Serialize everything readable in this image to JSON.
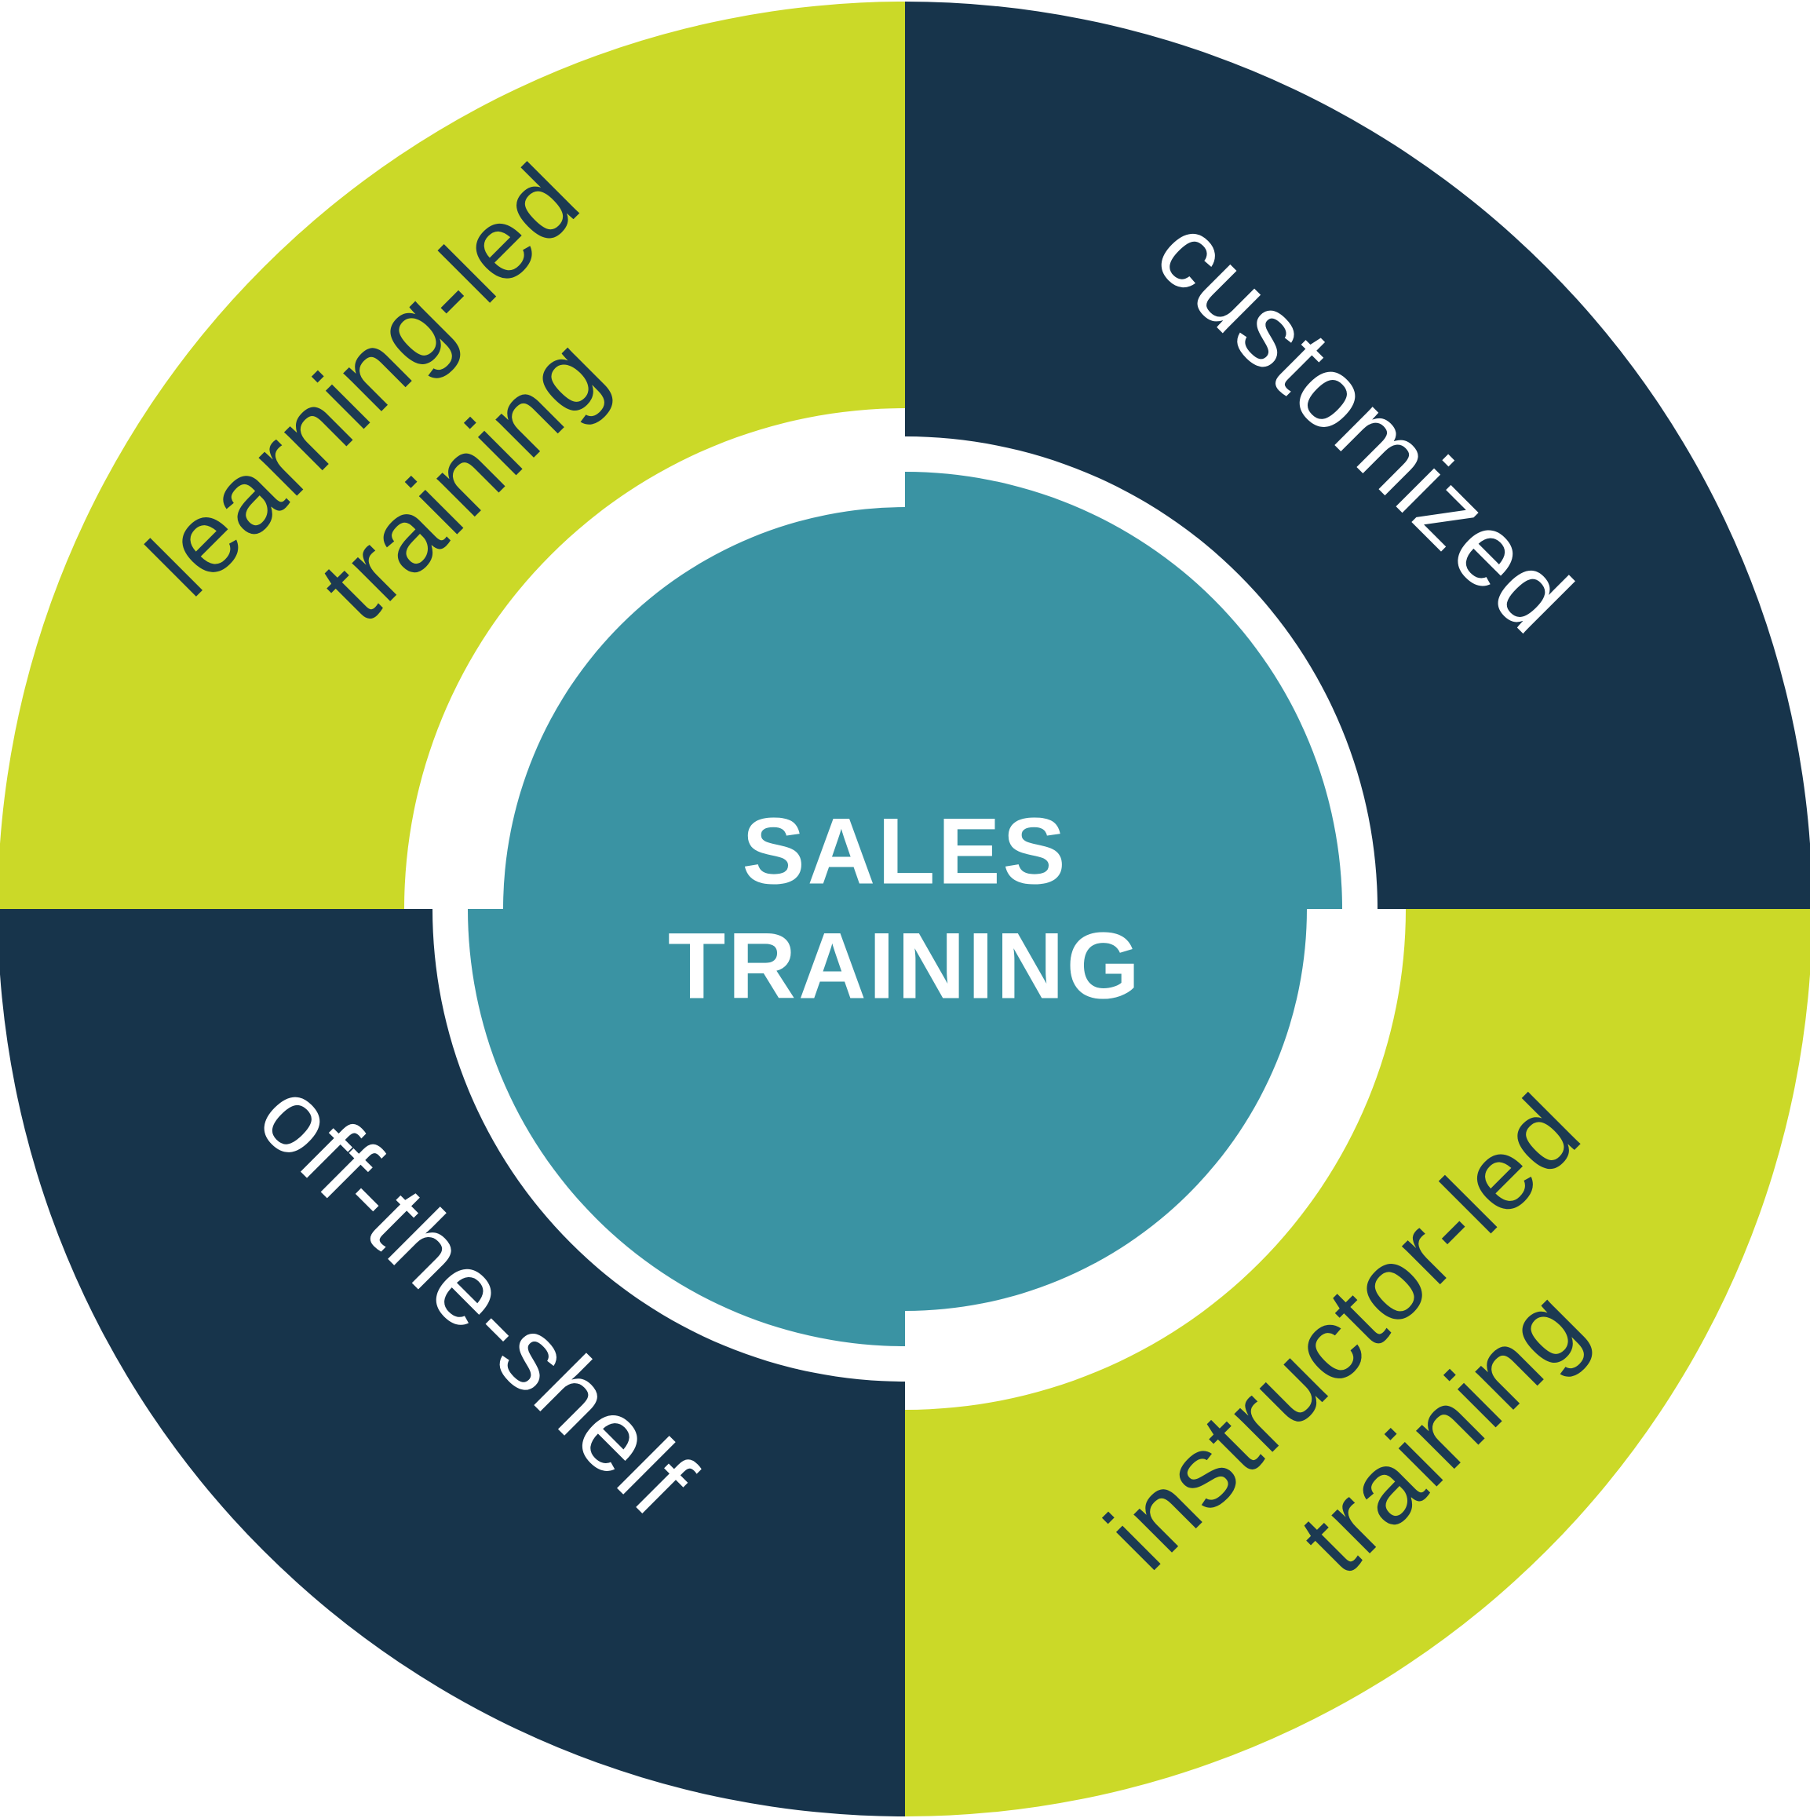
{
  "center_label": {
    "line1": "SALES",
    "line2": "TRAINING"
  },
  "quadrants": [
    {
      "id": "top-left",
      "theme": "lime",
      "label": {
        "line1": "learning-led",
        "line2": "training"
      }
    },
    {
      "id": "top-right",
      "theme": "navy",
      "label": {
        "line1": "customized",
        "line2": ""
      }
    },
    {
      "id": "bottom-left",
      "theme": "navy",
      "label": {
        "line1": "off-the-shelf",
        "line2": ""
      }
    },
    {
      "id": "bottom-right",
      "theme": "lime",
      "label": {
        "line1": "instructor-led",
        "line2": "training"
      }
    }
  ],
  "colors": {
    "lime": "#cbd928",
    "navy": "#17344b",
    "teal": "#3a93a3",
    "background": "#ffffff",
    "label_on_lime": "#1c3a52",
    "label_on_navy": "#ffffff",
    "center_text": "#ffffff"
  }
}
